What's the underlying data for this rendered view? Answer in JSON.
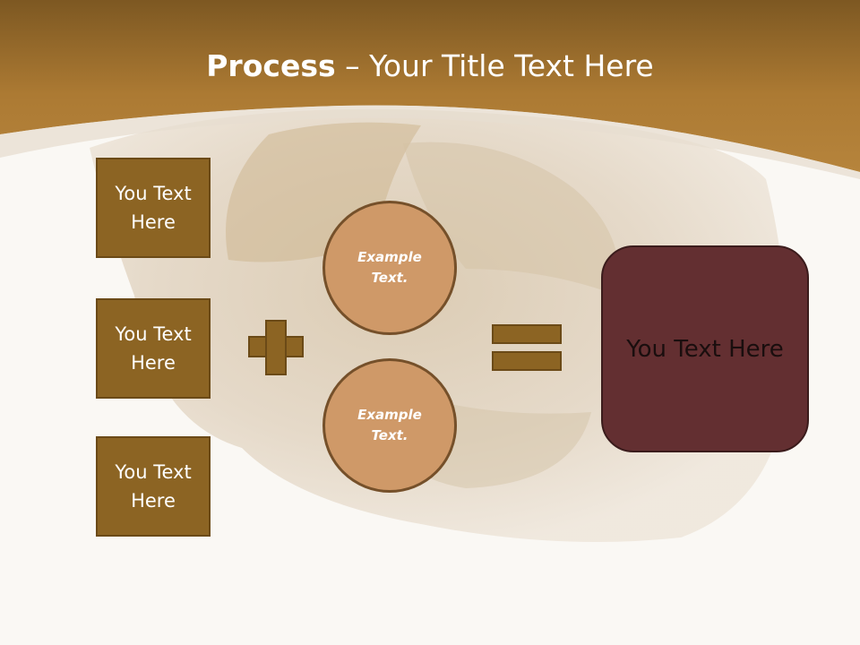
{
  "title": {
    "bold": "Process",
    "rest": " – Your Title Text Here"
  },
  "inputs": [
    {
      "label": "You Text Here"
    },
    {
      "label": "You Text Here"
    },
    {
      "label": "You Text Here"
    }
  ],
  "examples": [
    {
      "label": "Example Text."
    },
    {
      "label": "Example Text."
    }
  ],
  "result": {
    "label": "You Text Here"
  },
  "colors": {
    "header": "#b17e33",
    "box_fill": "#8c6423",
    "circle_fill": "#cf9968",
    "result_fill": "#632f31"
  }
}
